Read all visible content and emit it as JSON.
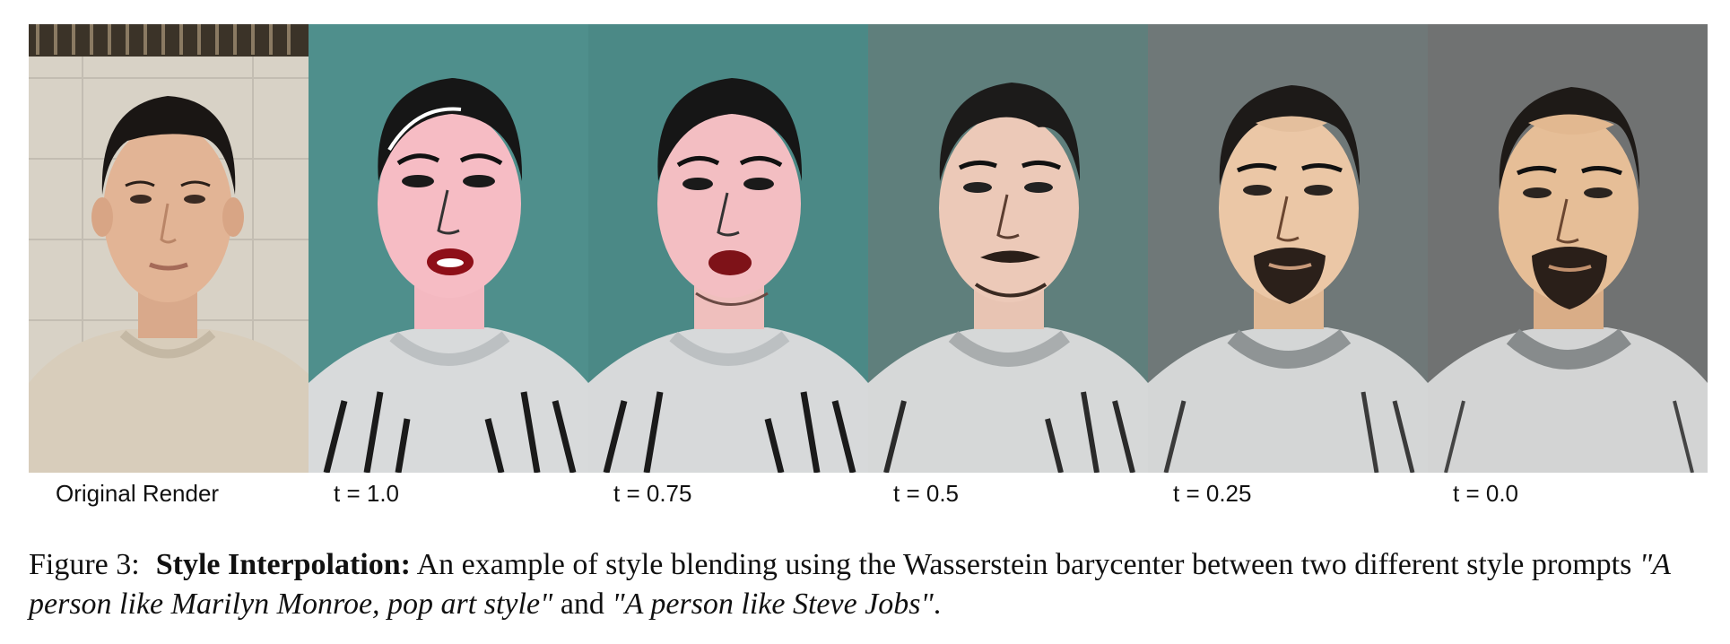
{
  "figure": {
    "panels": [
      {
        "label": "Original Render",
        "kind": "photo",
        "bg": "#d9d3c8"
      },
      {
        "label": "t = 1.0",
        "kind": "popart",
        "bg": "#4f8f8c"
      },
      {
        "label": "t = 0.75",
        "kind": "popart",
        "bg": "#4b8986"
      },
      {
        "label": "t = 0.5",
        "kind": "blend",
        "bg": "#5f7f7c"
      },
      {
        "label": "t = 0.25",
        "kind": "jobs",
        "bg": "#6f7878"
      },
      {
        "label": "t = 0.0",
        "kind": "jobs",
        "bg": "#707272"
      }
    ]
  },
  "caption": {
    "prefix": "Figure 3:",
    "bold": "Style Interpolation:",
    "text1": " An example of style blending using the Wasserstein barycenter between two different style prompts ",
    "quote1": "\"A person like Marilyn Monroe, pop art style\"",
    "text2": " and ",
    "quote2": "\"A person like Steve Jobs\"",
    "text3": "."
  }
}
